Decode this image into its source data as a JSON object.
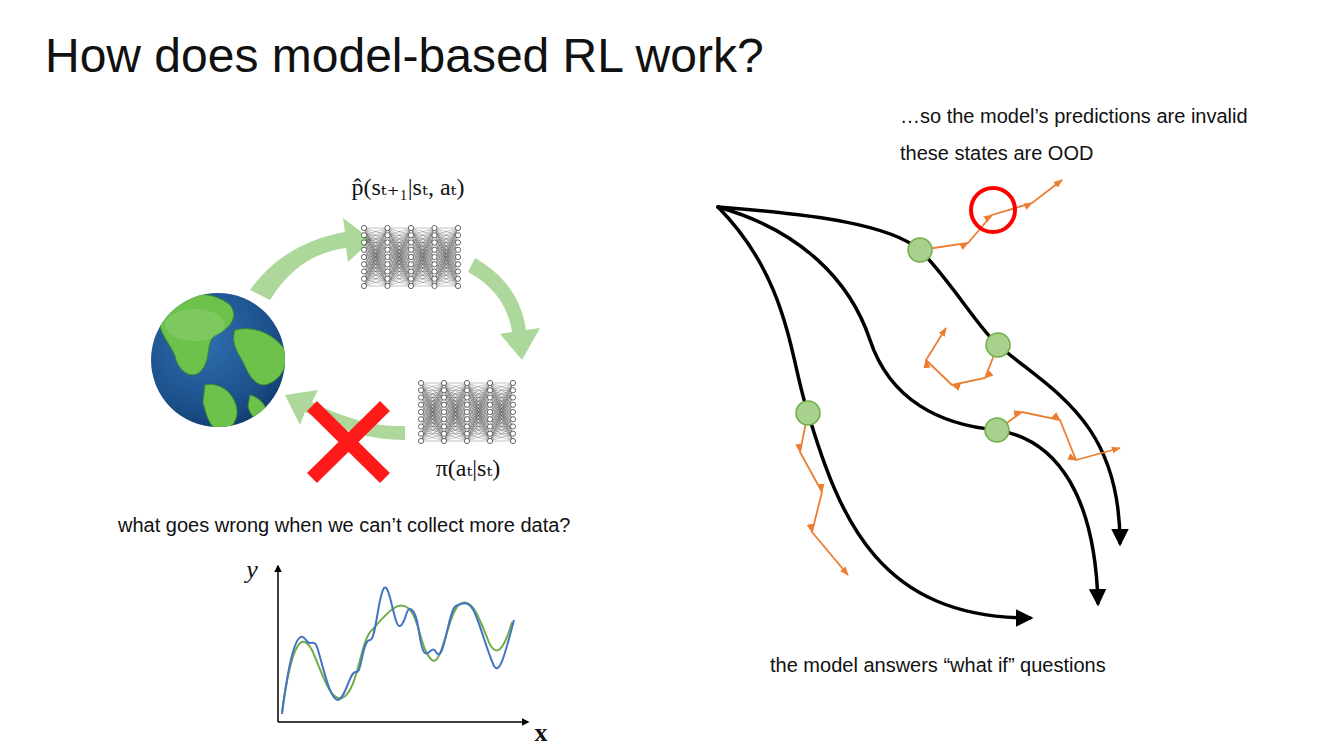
{
  "diagram": {
    "title": "How does model-based RL work?",
    "labels": [
      "p̂(sₜ₊₁|sₜ, aₜ)",
      "π(aₜ|sₜ)",
      "what goes wrong when we can’t collect more data?",
      "y",
      "x",
      "…so the model’s predictions are invalid",
      "these states are OOD",
      "the model answers “what if” questions"
    ]
  }
}
